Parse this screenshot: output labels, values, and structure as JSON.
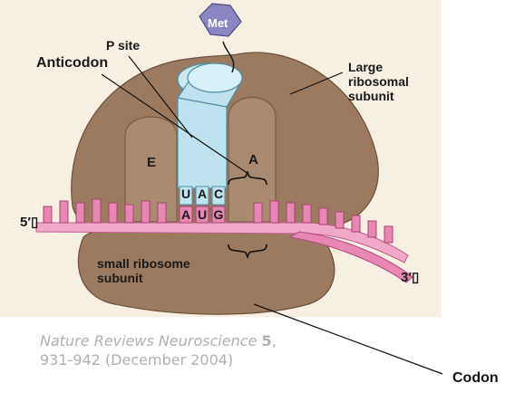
{
  "labels": {
    "p_site": "P site",
    "anticodon": "Anticodon",
    "large_subunit": "Large ribosomal subunit",
    "small_subunit": "small ribosome subunit",
    "e_site": "E",
    "a_site": "A",
    "five_prime": "5′▯",
    "three_prime": "3′▯",
    "met": "Met",
    "codon": "Codon"
  },
  "anticodon_bases": [
    "U",
    "A",
    "C"
  ],
  "codon_bases": [
    "A",
    "U",
    "G"
  ],
  "citation": {
    "journal": "Nature Reviews Neuroscience",
    "volume": "5",
    "pages_date": "931-942 (December 2004)"
  },
  "colors": {
    "ribosome": "#9c7a5f",
    "ribosome_dark": "#7d5f47",
    "mrna": "#e887b4",
    "trna": "#bfe3ee",
    "met": "#8a86c2"
  }
}
